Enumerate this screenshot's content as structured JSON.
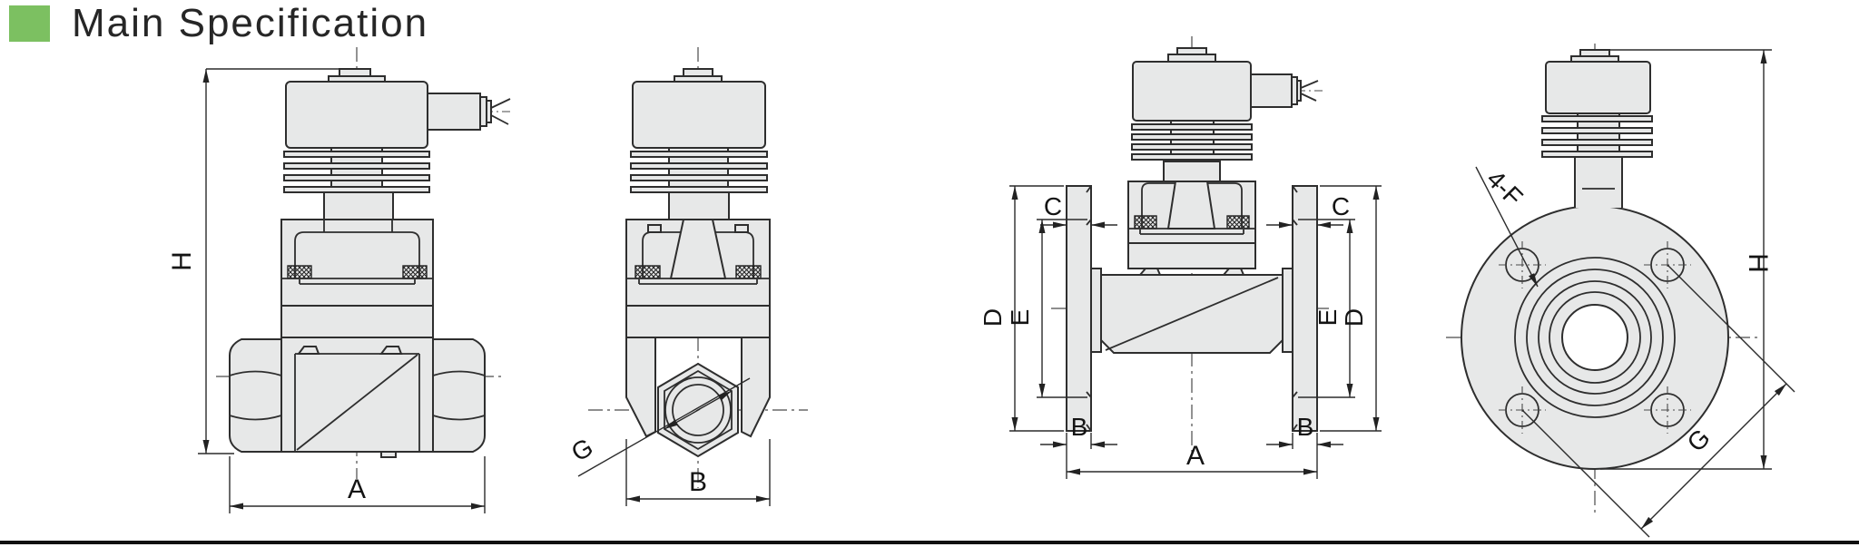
{
  "title": "Main Specification",
  "colors": {
    "accent_green": "#7cc061",
    "part_fill": "#e7e8e8",
    "outline": "#2e2e2e"
  },
  "drawings": {
    "threaded_front": {
      "height_label": "H",
      "width_label": "A"
    },
    "threaded_side": {
      "port_thread_label": "G",
      "width_label": "B"
    },
    "flanged_front": {
      "flange_thickness_label": "C",
      "flange_od_label": "D",
      "raised_face_label": "E",
      "flange_width_label": "B",
      "overall_length_label": "A"
    },
    "flanged_end": {
      "bolt_holes_label": "4-F",
      "height_label": "H",
      "bolt_circle_label": "G"
    }
  }
}
